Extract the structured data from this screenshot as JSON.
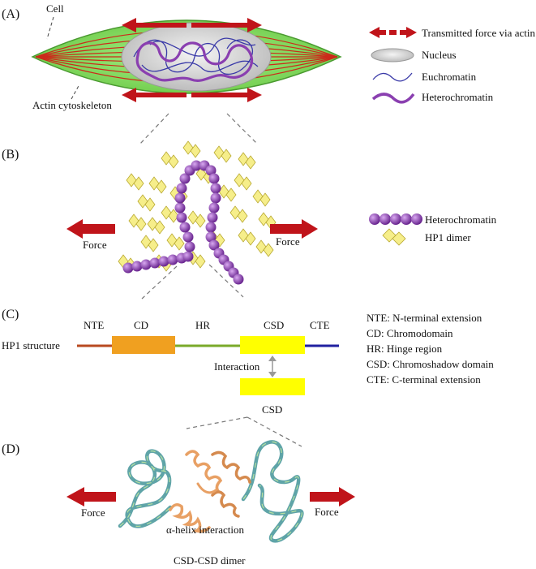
{
  "panels": {
    "a": {
      "letter": "(A)",
      "cell_label": "Cell",
      "actin_label": "Actin cytoskeleton",
      "legend": {
        "force": "Transmitted force via actin",
        "nucleus": "Nucleus",
        "euchromatin": "Euchromatin",
        "heterochromatin": "Heterochromatin"
      }
    },
    "b": {
      "letter": "(B)",
      "force_left": "Force",
      "force_right": "Force",
      "legend": {
        "heterochromatin": "Heterochromatin",
        "hp1": "HP1 dimer"
      }
    },
    "c": {
      "letter": "(C)",
      "structure_label": "HP1 structure",
      "domains": [
        "NTE",
        "CD",
        "HR",
        "CSD",
        "CTE"
      ],
      "interaction_label": "Interaction",
      "csd_label": "CSD",
      "legend": [
        "NTE: N-terminal extension",
        "CD: Chromodomain",
        "HR: Hinge region",
        "CSD: Chromoshadow domain",
        "CTE: C-terminal extension"
      ]
    },
    "d": {
      "letter": "(D)",
      "force_left": "Force",
      "force_right": "Force",
      "helix_label": "α-helix interaction",
      "caption": "CSD-CSD dimer"
    }
  },
  "colors": {
    "cell_fill": "#8fe36a",
    "actin": "#cc2a1a",
    "arrow": "#c0141a",
    "nucleus": "#dcdcdc",
    "euchromatin": "#3a3aa8",
    "heterochromatin": "#8a3fb0",
    "hp1": "#f6ee8a",
    "nte": "#b84a20",
    "cd": "#f0a020",
    "hr": "#7aaa2a",
    "csd": "#ffff00",
    "cte": "#2020a0",
    "protein_teal": "#5fa4a8",
    "protein_orange": "#e8a064"
  }
}
